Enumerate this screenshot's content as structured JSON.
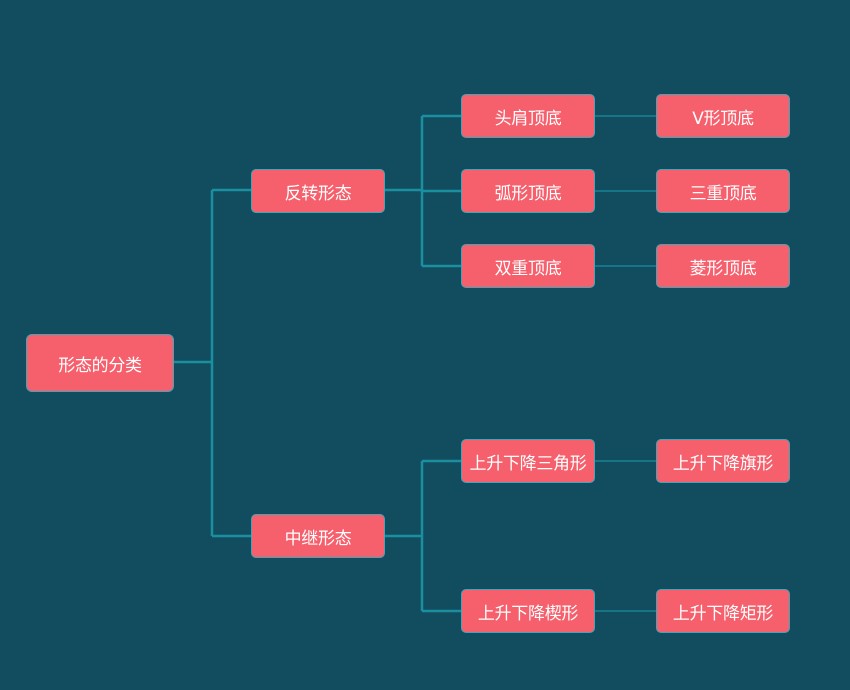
{
  "diagram": {
    "root": {
      "label": "形态的分类"
    },
    "branches": [
      {
        "label": "反转形态",
        "children": [
          {
            "label": "头肩顶底",
            "child": "V形顶底"
          },
          {
            "label": "弧形顶底",
            "child": "三重顶底"
          },
          {
            "label": "双重顶底",
            "child": "菱形顶底"
          }
        ]
      },
      {
        "label": "中继形态",
        "children": [
          {
            "label": "上升下降三角形",
            "child": "上升下降旗形"
          },
          {
            "label": "上升下降楔形",
            "child": "上升下降矩形"
          }
        ]
      }
    ]
  },
  "colors": {
    "background": "#124c5f",
    "node_fill": "#f65f6c",
    "node_border": "#49a2b6",
    "connector": "#1a8fa0",
    "text": "#ffffff"
  }
}
